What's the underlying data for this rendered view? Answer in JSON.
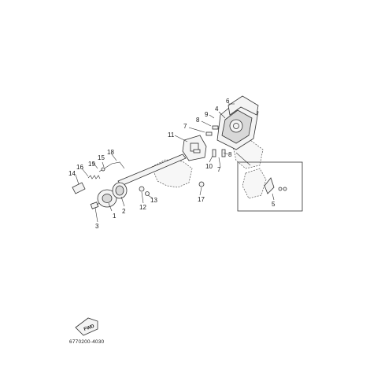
{
  "diagram": {
    "callouts": [
      "1",
      "2",
      "3",
      "4",
      "5",
      "6",
      "7",
      "8",
      "9",
      "10",
      "11",
      "12",
      "13",
      "14",
      "15",
      "16",
      "17",
      "18",
      "19",
      "8",
      "7"
    ],
    "arrow_label": "FWD",
    "figure_code": "6770200-4030"
  }
}
